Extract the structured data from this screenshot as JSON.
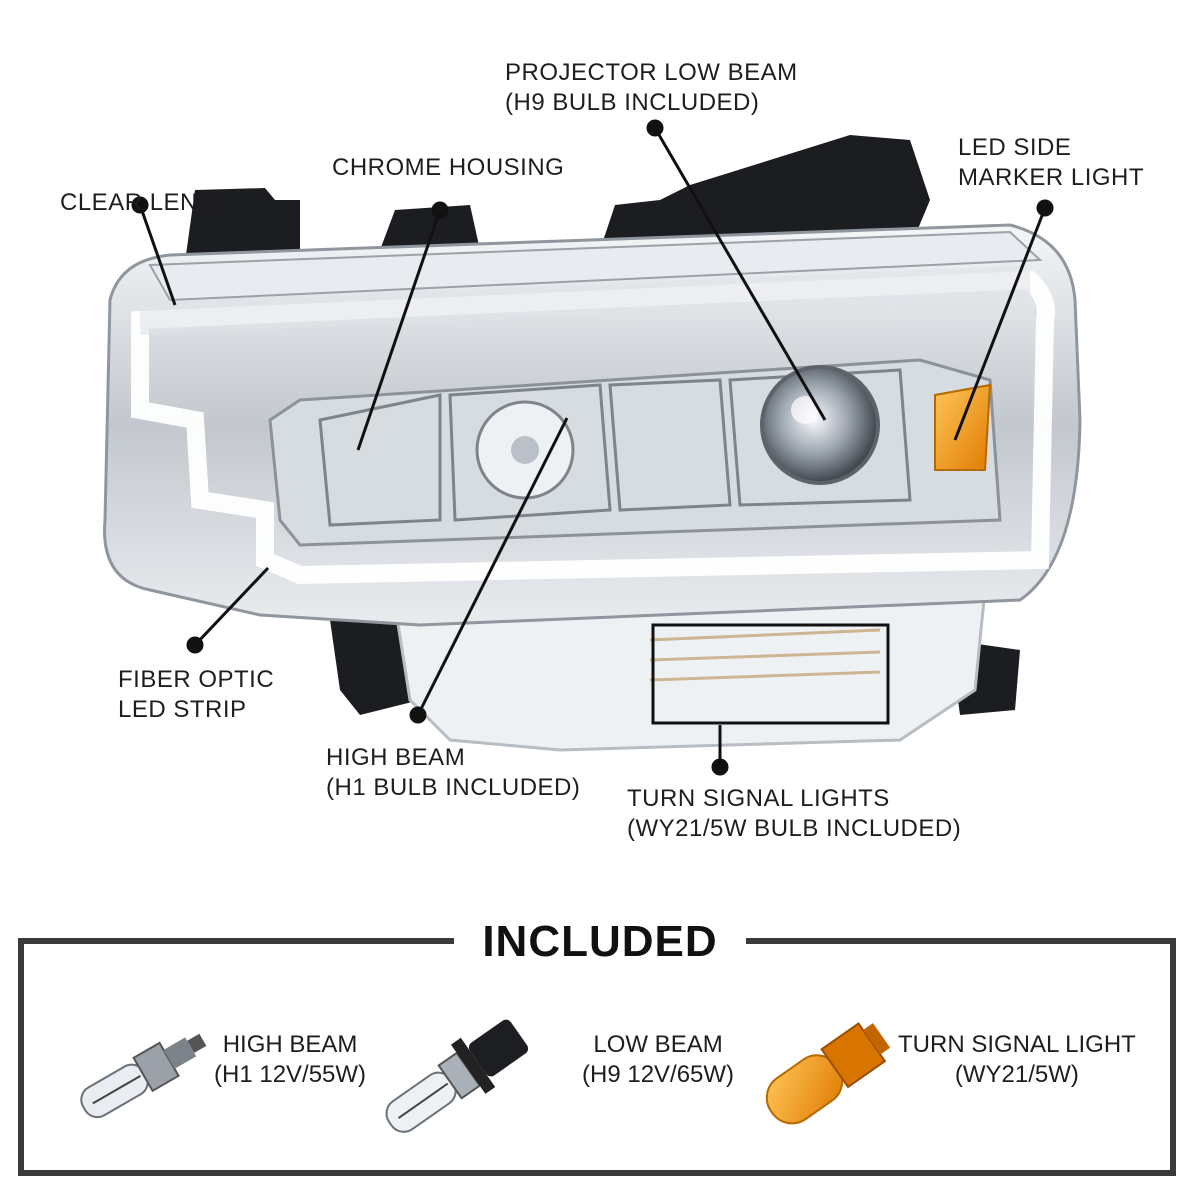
{
  "callouts": {
    "clear_lens": [
      "CLEAR LENS"
    ],
    "chrome_housing": [
      "CHROME HOUSING"
    ],
    "projector_low_beam": [
      "PROJECTOR LOW BEAM",
      "(H9 BULB INCLUDED)"
    ],
    "led_side_marker": [
      "LED SIDE",
      "MARKER LIGHT"
    ],
    "fiber_optic": [
      "FIBER OPTIC",
      "LED STRIP"
    ],
    "high_beam": [
      "HIGH BEAM",
      "(H1 BULB INCLUDED)"
    ],
    "turn_signal": [
      "TURN SIGNAL LIGHTS",
      "(WY21/5W BULB INCLUDED)"
    ]
  },
  "included": {
    "title": "INCLUDED",
    "items": [
      {
        "line1": "HIGH BEAM",
        "line2": "(H1 12V/55W)",
        "icon": "h1-bulb-icon"
      },
      {
        "line1": "LOW BEAM",
        "line2": "(H9 12V/65W)",
        "icon": "h9-bulb-icon"
      },
      {
        "line1": "TURN SIGNAL LIGHT",
        "line2": "(WY21/5W)",
        "icon": "wy21-bulb-icon"
      }
    ]
  },
  "colors": {
    "amber": "#f39c12",
    "frame": "#3a3a3a",
    "chrome": "#c9ced4"
  }
}
